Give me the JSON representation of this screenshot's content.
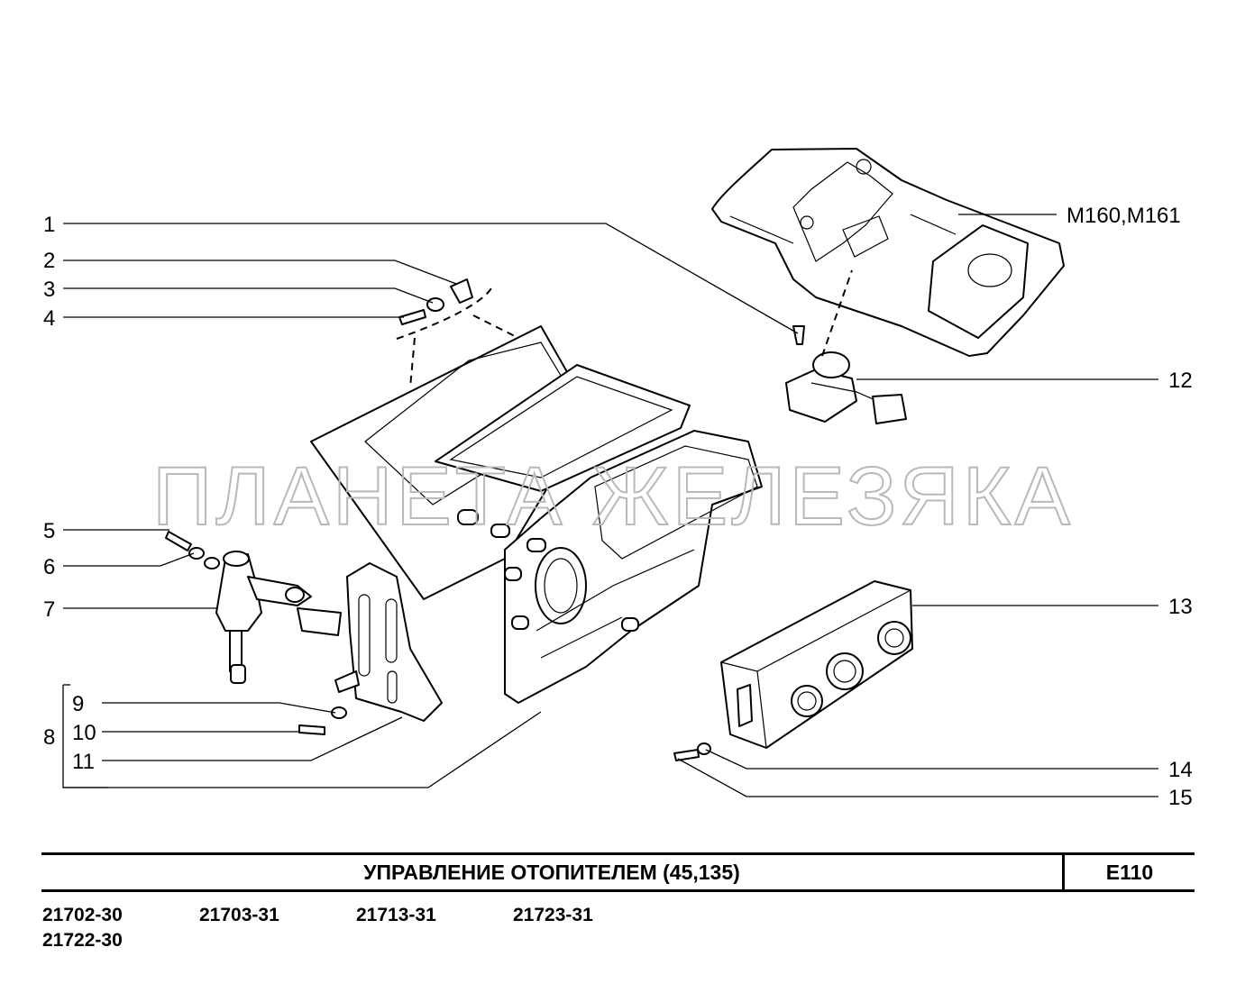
{
  "diagram": {
    "callouts": [
      "1",
      "2",
      "3",
      "4",
      "5",
      "6",
      "7",
      "8",
      "9",
      "10",
      "11",
      "12",
      "13",
      "14",
      "15"
    ],
    "variant_label": "M160,M161",
    "watermark": "ПЛАНЕТА ЖЕЛЕЗЯКА"
  },
  "footer": {
    "title": "УПРАВЛЕНИЕ  ОТОПИТЕЛЕМ (45,135)",
    "page_code": "E110",
    "models": [
      "21702-30",
      "21703-31",
      "21713-31",
      "21723-31",
      "21722-30"
    ]
  }
}
